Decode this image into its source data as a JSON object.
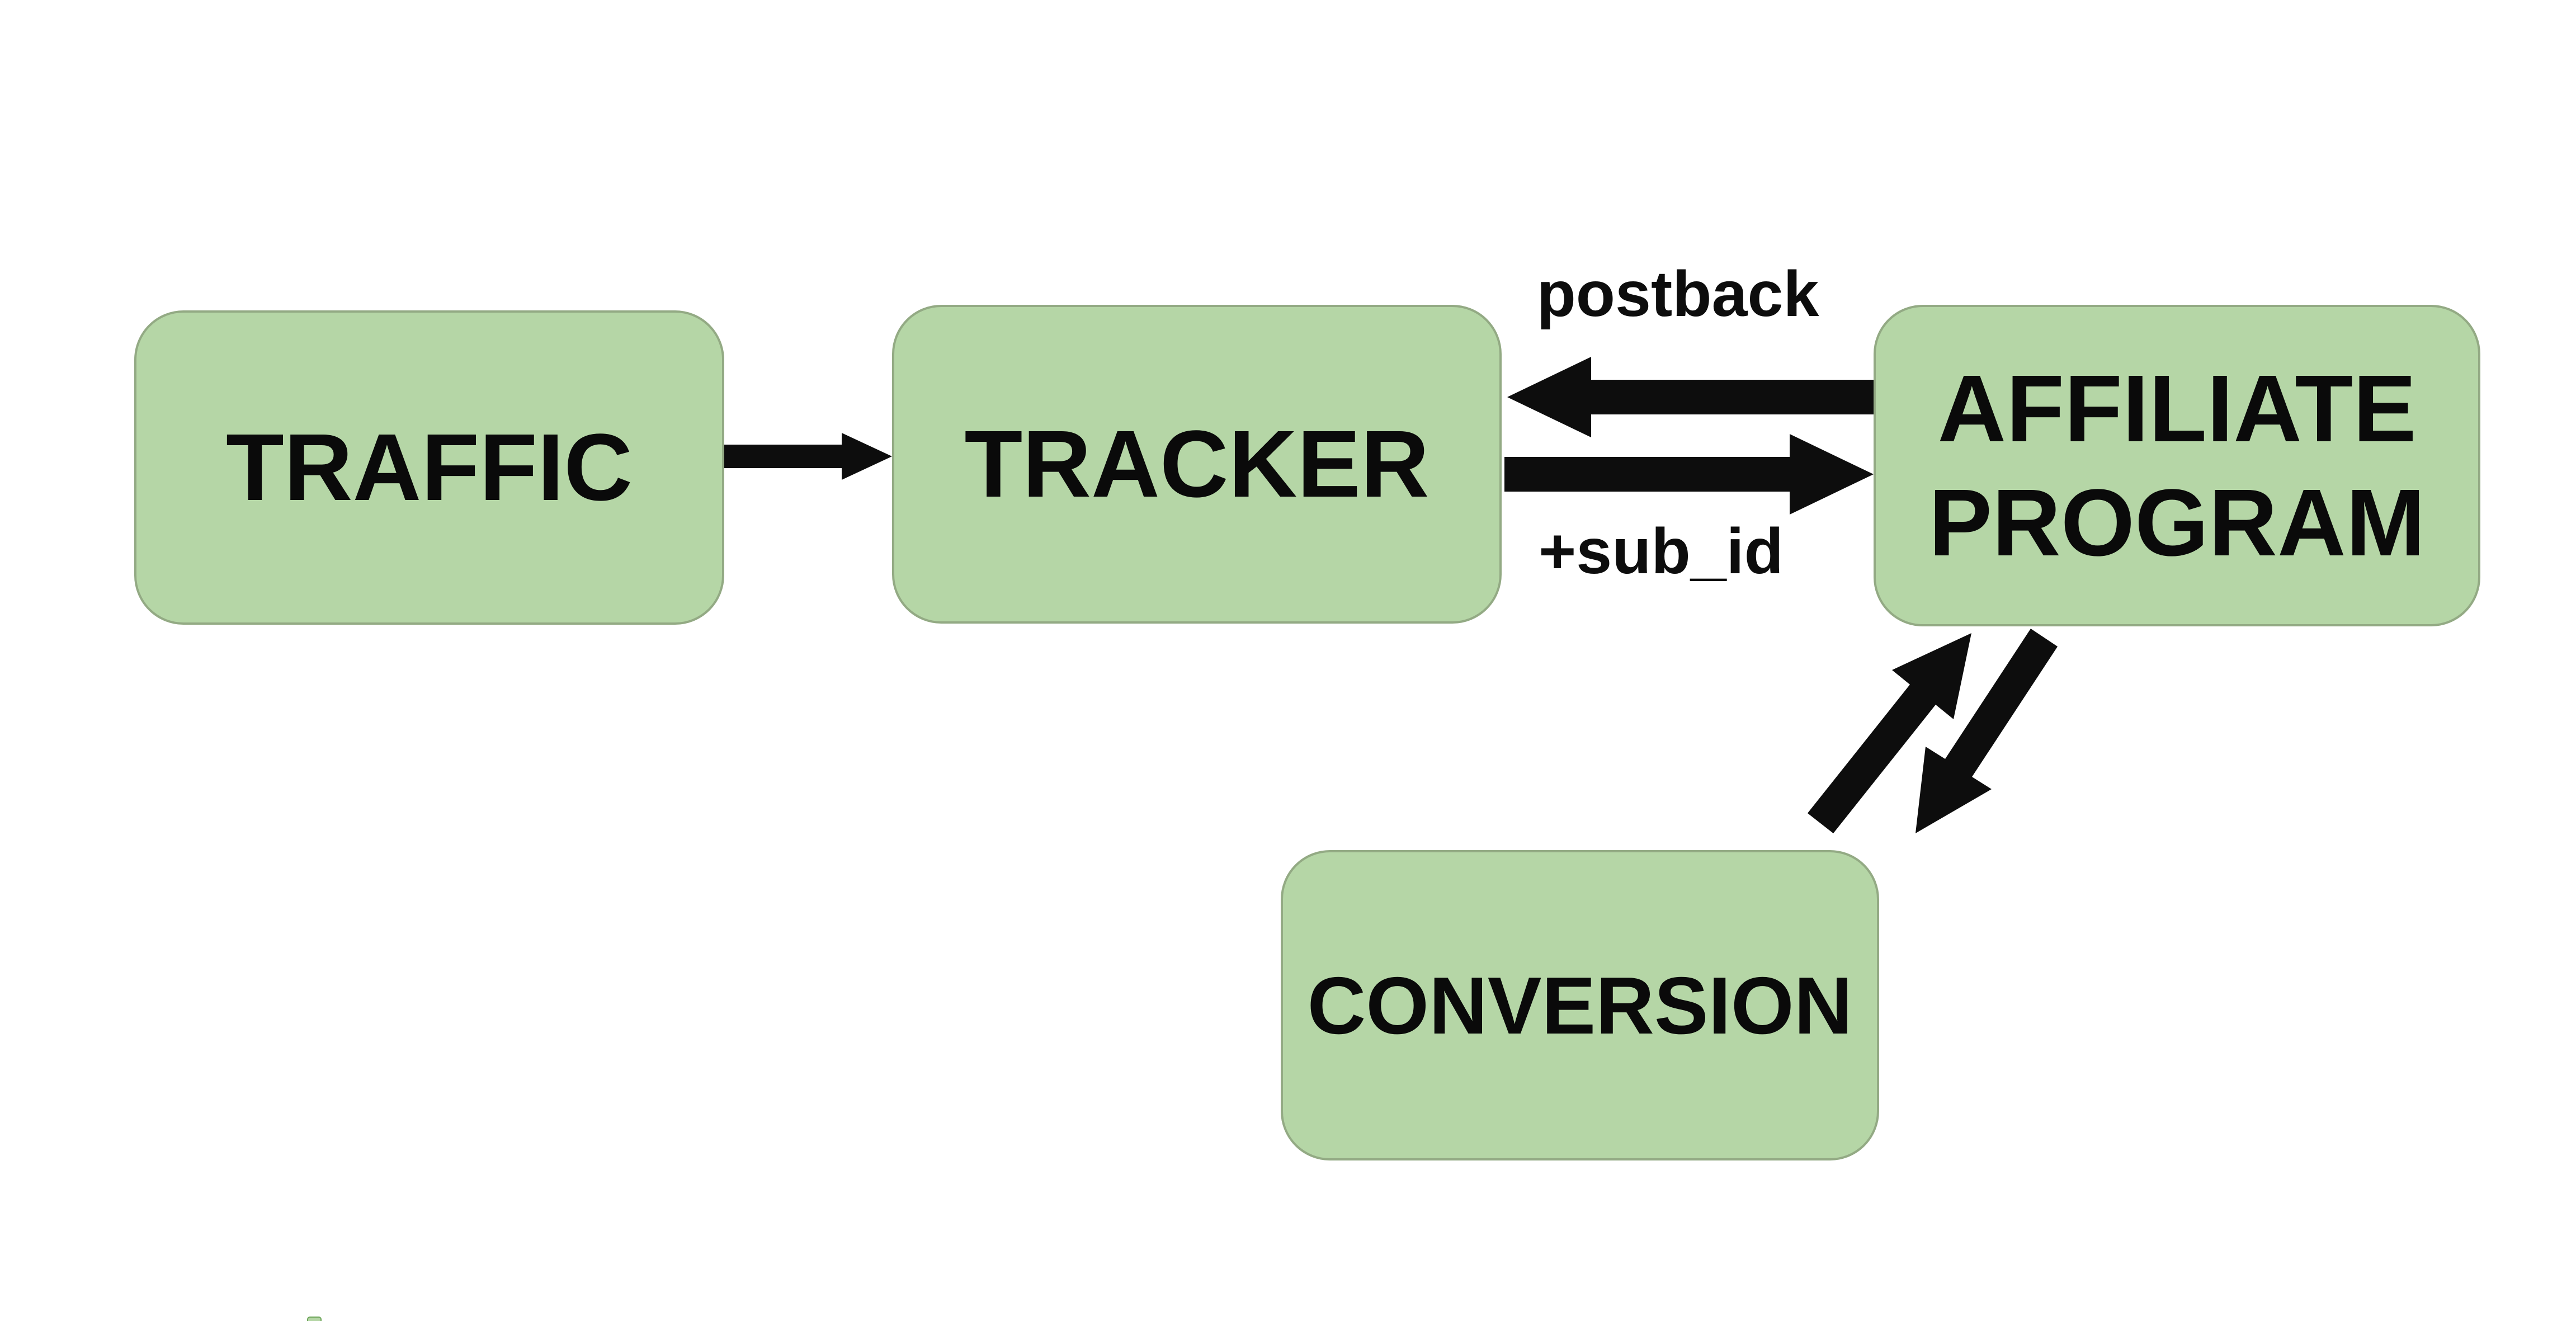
{
  "diagram": {
    "title": "affiliate-tracking-flow",
    "nodes": [
      {
        "id": "traffic",
        "label": "TRAFFIC"
      },
      {
        "id": "tracker",
        "label": "TRACKER"
      },
      {
        "id": "affiliate_program",
        "label": "AFFILIATE PROGRAM"
      },
      {
        "id": "conversion",
        "label": "CONVERSION"
      }
    ],
    "edges": [
      {
        "from": "traffic",
        "to": "tracker",
        "label": "",
        "direction": "right"
      },
      {
        "from": "affiliate_program",
        "to": "tracker",
        "label": "postback",
        "direction": "left"
      },
      {
        "from": "tracker",
        "to": "affiliate_program",
        "label": "+sub_id",
        "direction": "right"
      },
      {
        "from": "conversion",
        "to": "affiliate_program",
        "label": "",
        "direction": "up-right"
      },
      {
        "from": "affiliate_program",
        "to": "conversion",
        "label": "",
        "direction": "down-left"
      }
    ],
    "colors": {
      "node_fill": "#b5d6a6",
      "node_border": "#93aa84",
      "arrow": "#0d0d0d",
      "text": "#0a0a0a",
      "background": "#ffffff"
    }
  }
}
